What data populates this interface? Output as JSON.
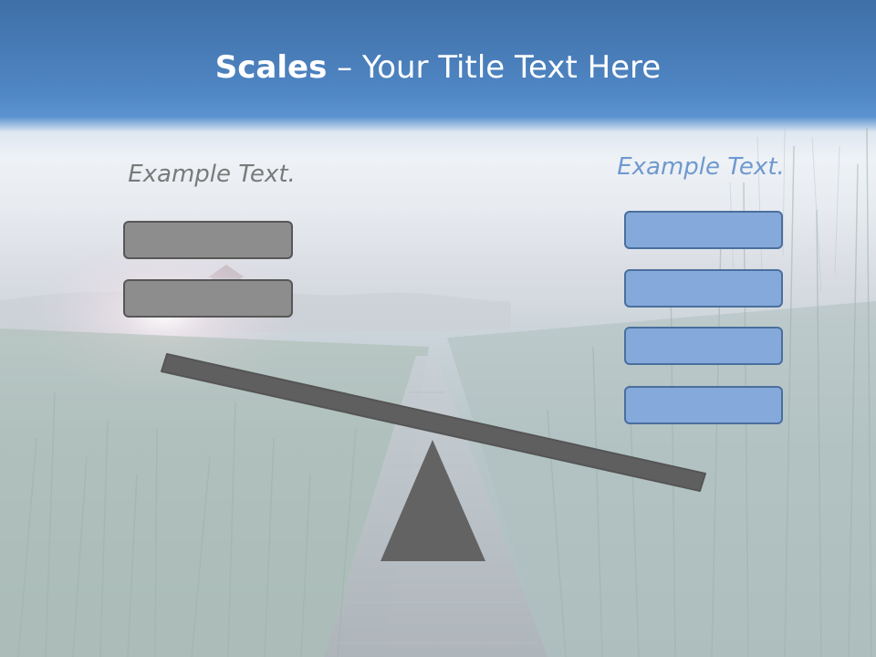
{
  "title": {
    "bold": "Scales",
    "rest": " – Your Title Text Here"
  },
  "left": {
    "label": "Example Text.",
    "box_count": 2,
    "box_color": "#8d8d8d"
  },
  "right": {
    "label": "Example Text.",
    "box_count": 4,
    "box_color": "#84a9da"
  },
  "colors": {
    "header": "#4f86c4",
    "beam": "#5f5f5f",
    "fulcrum": "#636363",
    "left_text": "#7a7a7a",
    "right_text": "#6f99cf"
  },
  "tilt": "right side down"
}
